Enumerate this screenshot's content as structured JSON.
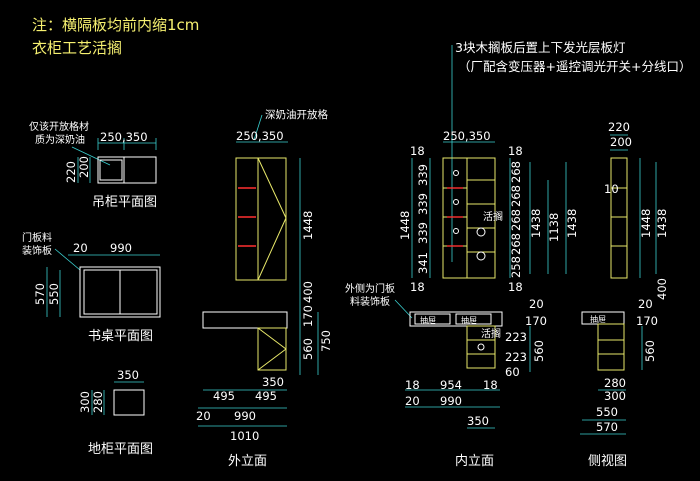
{
  "colors": {
    "background": "#000000",
    "dimension": "#3ad0d0",
    "outline": "#ffffff",
    "cabinet": "#e8e86a",
    "shelf_highlight": "#ff3030",
    "note": "#f6f070"
  },
  "notes": {
    "line1": "注：横隔板均前内缩1cm",
    "line2": "衣柜工艺活搁",
    "lamp_line1": "3块木搁板后置上下发光层板灯",
    "lamp_line2": "（厂配含变压器+遥控调光开关+分线口）"
  },
  "callouts": {
    "shelf_material_1": "仅该开放格材",
    "shelf_material_2": "质为深奶油",
    "door_panel_1": "门板料",
    "door_panel_2": "装饰板",
    "cream_open": "深奶油开放格",
    "outer_door_1": "外侧为门板",
    "outer_door_2": "料装饰板",
    "live_shelf_1": "活搁",
    "live_shelf_2": "活搁"
  },
  "captions": {
    "wall_cabinet_plan": "吊柜平面图",
    "desk_plan": "书桌平面图",
    "floor_cabinet_plan": "地柜平面图",
    "outer_elevation": "外立面",
    "inner_elevation": "内立面",
    "side_view": "侧视图"
  },
  "dims": {
    "wall_w": "250,350",
    "wall_d1": "220",
    "wall_d2": "200",
    "desk_w1": "20",
    "desk_w2": "990",
    "desk_d1": "570",
    "desk_d2": "550",
    "floor_w": "350",
    "floor_d1": "300",
    "floor_d2": "280",
    "oe_top": "250,350",
    "oe_h1": "1448",
    "oe_h2": "400",
    "oe_h3": "170",
    "oe_h4": "560",
    "oe_h5": "750",
    "oe_w1": "350",
    "oe_w2": "495",
    "oe_w3": "495",
    "oe_w4": "20",
    "oe_w5": "990",
    "oe_w6": "1010",
    "ie_top": "250,350",
    "ie_18a": "18",
    "ie_18b": "18",
    "ie_18c": "18",
    "ie_18d": "18",
    "ie_339a": "339",
    "ie_339b": "339",
    "ie_339c": "339",
    "ie_341": "341",
    "ie_1448": "1448",
    "ie_268a": "268",
    "ie_268b": "268",
    "ie_268c": "268",
    "ie_268d": "268",
    "ie_258": "258",
    "ie_1438a": "1438",
    "ie_1138": "1138",
    "ie_1438b": "1438",
    "ie_223a": "223",
    "ie_223b": "223",
    "ie_60": "60",
    "ie_560": "560",
    "ie_20r": "20",
    "ie_170r": "170",
    "ie_b18": "18",
    "ie_954": "954",
    "ie_b18b": "18",
    "ie_b20": "20",
    "ie_990": "990",
    "ie_350": "350",
    "sv_220": "220",
    "sv_200": "200",
    "sv_10": "10",
    "sv_1448": "1448",
    "sv_1438": "1438",
    "sv_400": "400",
    "sv_20": "20",
    "sv_170": "170",
    "sv_560": "560",
    "sv_280": "280",
    "sv_300": "300",
    "sv_550": "550",
    "sv_570": "570"
  },
  "drawer_label": "抽屉"
}
